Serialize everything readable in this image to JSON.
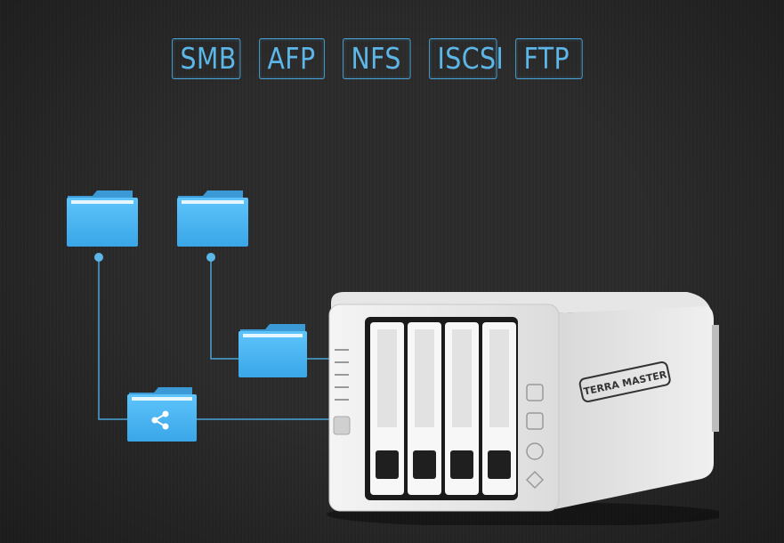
{
  "protocols": [
    "SMB",
    "AFP",
    "NFS",
    "ISCSI",
    "FTP"
  ],
  "brand_logo": "TERRA MASTER",
  "colors": {
    "accent": "#4aa3d6",
    "folder": "#49b5f2",
    "background": "#2c2c2c"
  },
  "icons": [
    "folder-icon",
    "share-folder-icon",
    "nas-device"
  ],
  "drive_bays": 4
}
